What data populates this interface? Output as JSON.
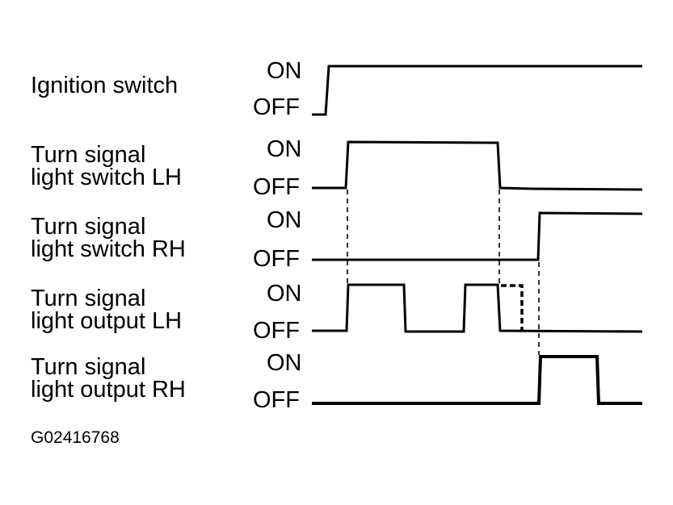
{
  "signals": [
    {
      "id": "ignition-switch",
      "label_lines": [
        "Ignition switch"
      ],
      "on_label": "ON",
      "off_label": "OFF"
    },
    {
      "id": "turn-signal-switch-lh",
      "label_lines": [
        "Turn signal",
        "light switch LH"
      ],
      "on_label": "ON",
      "off_label": "OFF"
    },
    {
      "id": "turn-signal-switch-rh",
      "label_lines": [
        "Turn signal",
        "light switch RH"
      ],
      "on_label": "ON",
      "off_label": "OFF"
    },
    {
      "id": "turn-signal-output-lh",
      "label_lines": [
        "Turn signal",
        "light output LH"
      ],
      "on_label": "ON",
      "off_label": "OFF"
    },
    {
      "id": "turn-signal-output-rh",
      "label_lines": [
        "Turn signal",
        "light output RH"
      ],
      "on_label": "ON",
      "off_label": "OFF"
    }
  ],
  "figure_id": "G02416768"
}
